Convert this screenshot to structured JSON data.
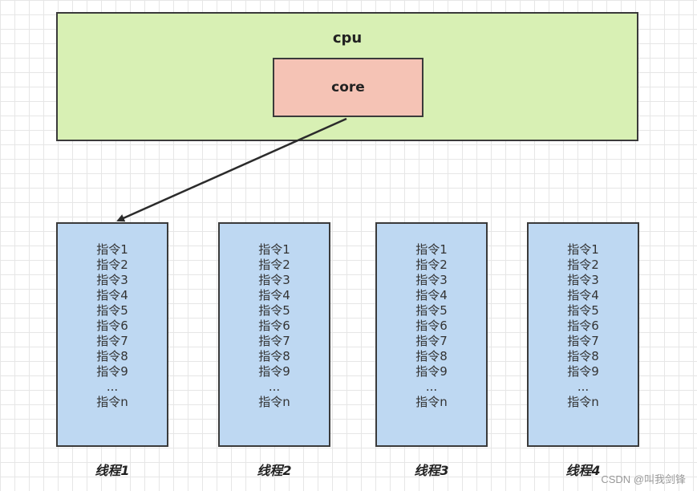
{
  "cpu": {
    "label": "cpu",
    "core_label": "core"
  },
  "threads": [
    {
      "label": "线程1",
      "instructions": [
        "指令1",
        "指令2",
        "指令3",
        "指令4",
        "指令5",
        "指令6",
        "指令7",
        "指令8",
        "指令9",
        "...",
        "指令n"
      ]
    },
    {
      "label": "线程2",
      "instructions": [
        "指令1",
        "指令2",
        "指令3",
        "指令4",
        "指令5",
        "指令6",
        "指令7",
        "指令8",
        "指令9",
        "...",
        "指令n"
      ]
    },
    {
      "label": "线程3",
      "instructions": [
        "指令1",
        "指令2",
        "指令3",
        "指令4",
        "指令5",
        "指令6",
        "指令7",
        "指令8",
        "指令9",
        "...",
        "指令n"
      ]
    },
    {
      "label": "线程4",
      "instructions": [
        "指令1",
        "指令2",
        "指令3",
        "指令4",
        "指令5",
        "指令6",
        "指令7",
        "指令8",
        "指令9",
        "...",
        "指令n"
      ]
    }
  ],
  "watermark": "CSDN @叫我剑锋",
  "colors": {
    "cpu_fill": "#d8f0b4",
    "core_fill": "#f5c3b5",
    "thread_fill": "#bed8f2",
    "border": "#3a3a3a"
  }
}
